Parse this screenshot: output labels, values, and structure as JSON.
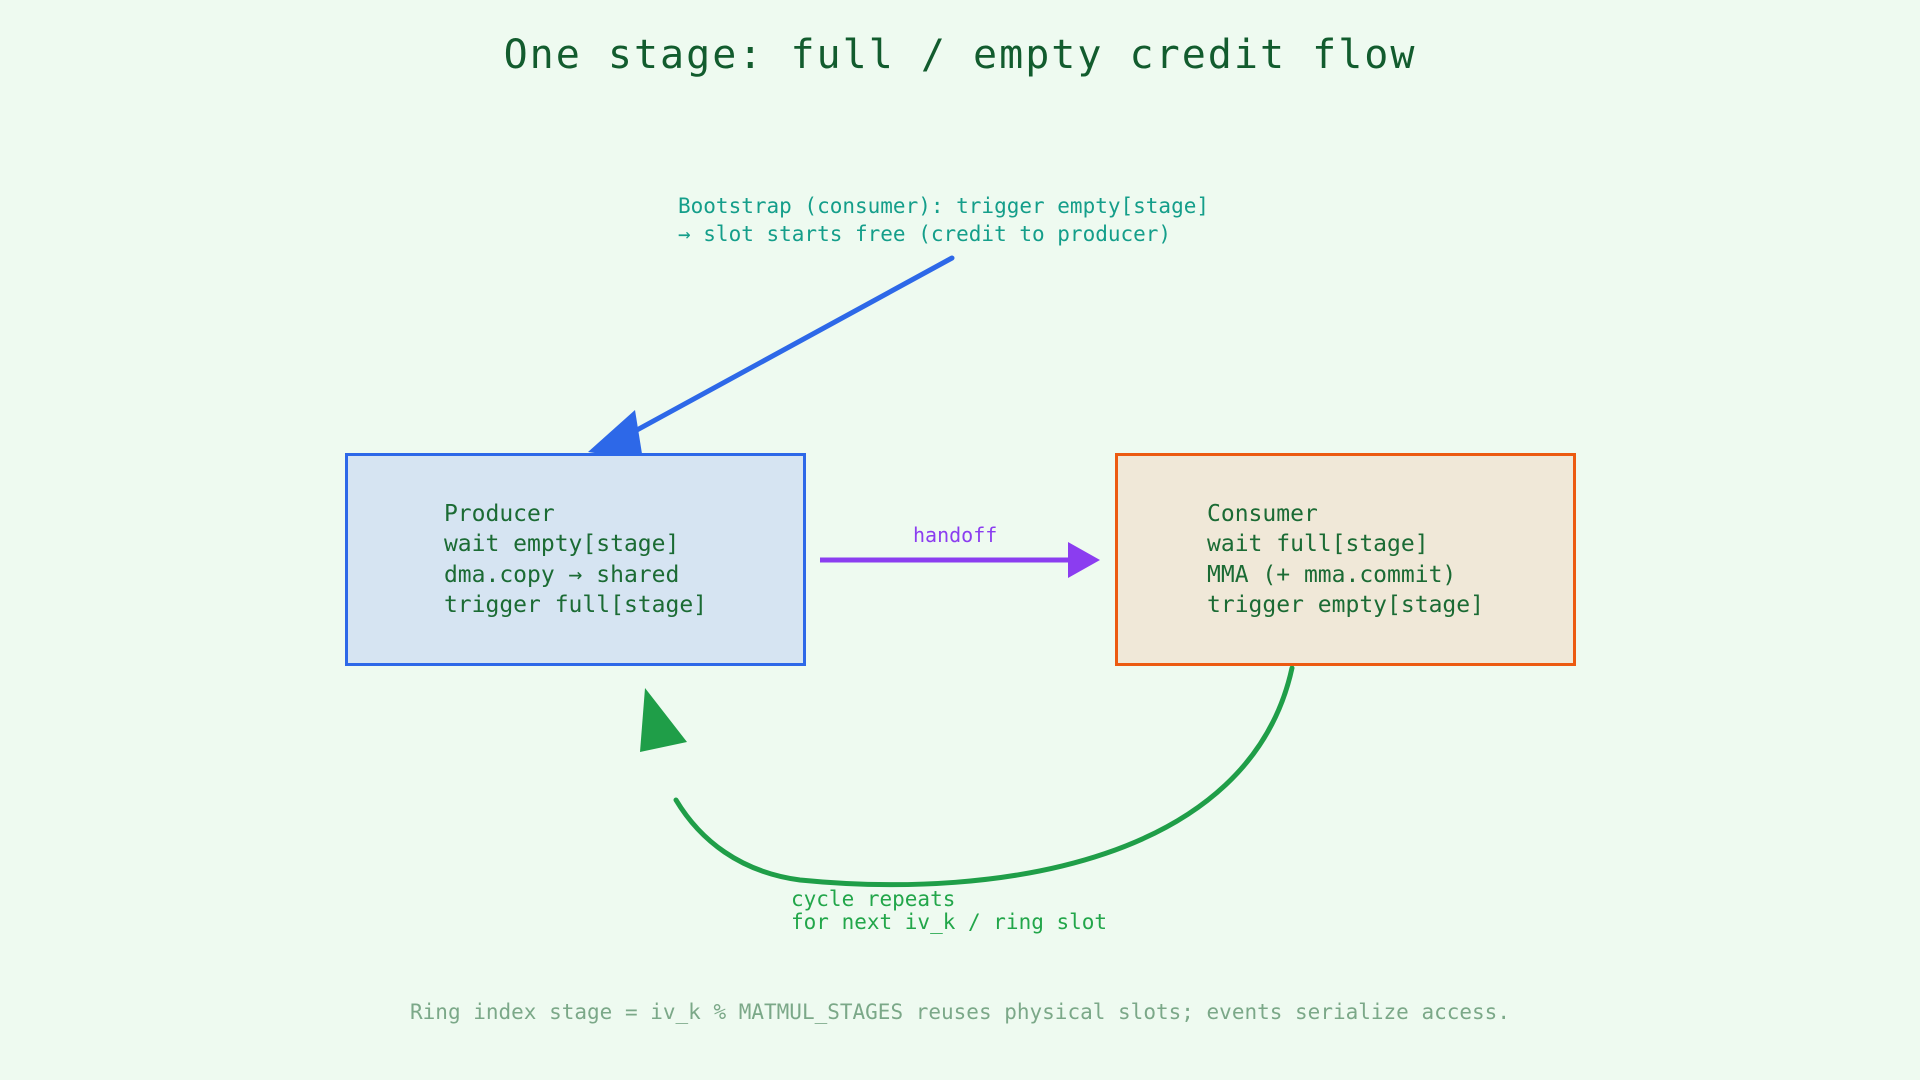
{
  "title": "One stage: full / empty credit flow",
  "background_color": "#eefaf0",
  "nodes": {
    "producer": {
      "name": "Producer",
      "text": "Producer\nwait empty[stage]\ndma.copy → shared\ntrigger full[stage]",
      "fill_color": "#d6e4f2",
      "border_color": "#2d68e8",
      "text_color": "#1b6b34"
    },
    "consumer": {
      "name": "Consumer",
      "text": "Consumer\nwait full[stage]\nMMA (+ mma.commit)\ntrigger empty[stage]",
      "fill_color": "#f0e8d8",
      "border_color": "#ec5a11",
      "text_color": "#1b6b34"
    }
  },
  "edges": {
    "bootstrap": {
      "label": "Bootstrap (consumer): trigger empty[stage]\n→ slot starts free (credit to producer)",
      "color": "#2d68e8"
    },
    "handoff": {
      "label": "handoff",
      "color": "#8b3df0"
    },
    "cycle": {
      "label": "cycle repeats\nfor next iv_k / ring slot",
      "color": "#22a64a"
    }
  },
  "footer": {
    "caption": "Ring index stage = iv_k % MATMUL_STAGES reuses physical slots; events serialize access.",
    "color": "#7ba888"
  }
}
